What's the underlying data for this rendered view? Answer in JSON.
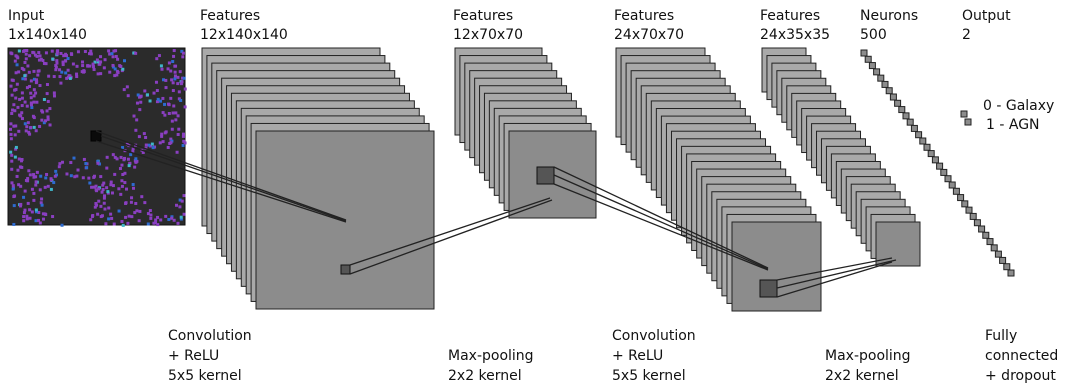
{
  "headers": {
    "input": {
      "title": "Input",
      "dims": "1x140x140"
    },
    "feat1": {
      "title": "Features",
      "dims": "12x140x140"
    },
    "feat2": {
      "title": "Features",
      "dims": "12x70x70"
    },
    "feat3": {
      "title": "Features",
      "dims": "24x70x70"
    },
    "feat4": {
      "title": "Features",
      "dims": "24x35x35"
    },
    "neurons": {
      "title": "Neurons",
      "dims": "500"
    },
    "output": {
      "title": "Output",
      "dims": "2"
    }
  },
  "output_classes": [
    "0 - Galaxy",
    "1 - AGN"
  ],
  "operations": {
    "conv1": [
      "Convolution",
      "+ ReLU",
      "5x5 kernel"
    ],
    "pool1": [
      "Max-pooling",
      "2x2 kernel"
    ],
    "conv2": [
      "Convolution",
      "+ ReLU",
      "5x5 kernel"
    ],
    "pool2": [
      "Max-pooling",
      "2x2 kernel"
    ],
    "fc": [
      "Fully",
      "connected",
      "+ dropout"
    ]
  },
  "colors": {
    "map_fill": "#a9a9a9",
    "front_fill": "#8c8c8c",
    "stroke": "#222222",
    "input_bg": "#2b2b2b",
    "input_purple": "#8a3fc1",
    "input_blue": "#2d6bd1"
  }
}
